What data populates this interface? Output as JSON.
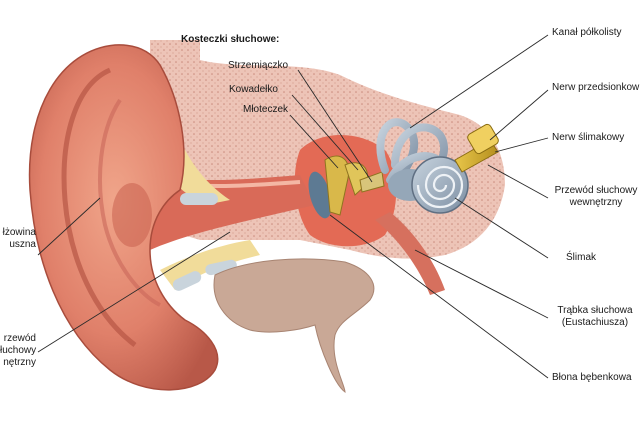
{
  "diagram": {
    "group_title": "Kosteczki słuchowe:",
    "labels": {
      "strzemiaczko": "Strzemiączko",
      "kowadelko": "Kowadełko",
      "mloteczek": "Młoteczek",
      "malzowina_line1": "łżowina",
      "malzowina_line2": "uszna",
      "przewod_zewn_line1": "rzewód",
      "przewod_zewn_line2": "łuchowy",
      "przewod_zewn_line3": "nętrzny",
      "kanal_polkolisty": "Kanał półkolisty",
      "nerw_przedsionkowy": "Nerw przedsionkow",
      "nerw_slimakowy": "Nerw ślimakowy",
      "przewod_wewn_line1": "Przewód słuchowy",
      "przewod_wewn_line2": "wewnętrzny",
      "slimak": "Ślimak",
      "trabka_line1": "Trąbka słuchowa",
      "trabka_line2": "(Eustachiusza)",
      "blona": "Błona bębenkowa"
    }
  }
}
